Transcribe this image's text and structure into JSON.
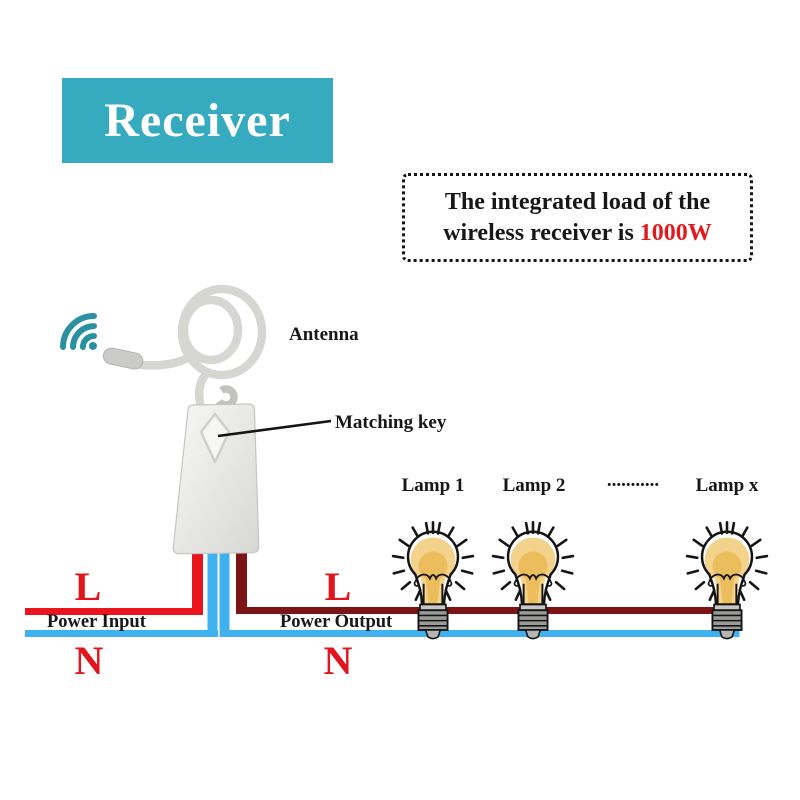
{
  "banner": {
    "label": "Receiver"
  },
  "note": {
    "line1": "The integrated load of the",
    "line2_prefix": "wireless receiver is ",
    "load_value": "1000W"
  },
  "receiver": {
    "antenna_label": "Antenna",
    "matching_key_label": "Matching key"
  },
  "lamps": {
    "items": [
      {
        "label": "Lamp 1"
      },
      {
        "label": "Lamp 2"
      },
      {
        "label": "Lamp x"
      }
    ],
    "ellipsis": "..........."
  },
  "wiring": {
    "input": {
      "live": "L",
      "label": "Power Input",
      "neutral": "N"
    },
    "output": {
      "live": "L",
      "label": "Power Output",
      "neutral": "N"
    }
  },
  "colors": {
    "banner_teal": "#36abc0",
    "wifi_teal": "#2a91a1",
    "live_input_red": "#ea151c",
    "live_output_maroon": "#7c1416",
    "neutral_blue": "#3fb1ef",
    "load_highlight_red": "#e01b20",
    "wire_letter_red": "#e0161c",
    "bulb_glow_outer": "#f3d28c",
    "bulb_glow_inner": "#ecbd5c"
  }
}
